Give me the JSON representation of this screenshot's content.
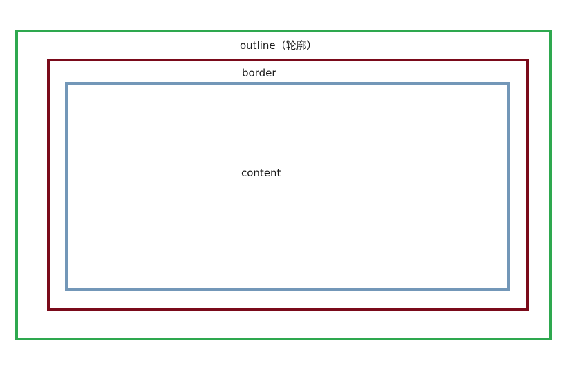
{
  "diagram": {
    "outline_label": "outline（轮廓）",
    "border_label": "border",
    "content_label": "content"
  },
  "colors": {
    "outline": "#2ea84f",
    "border": "#7a0a1a",
    "content": "#7397b8"
  }
}
